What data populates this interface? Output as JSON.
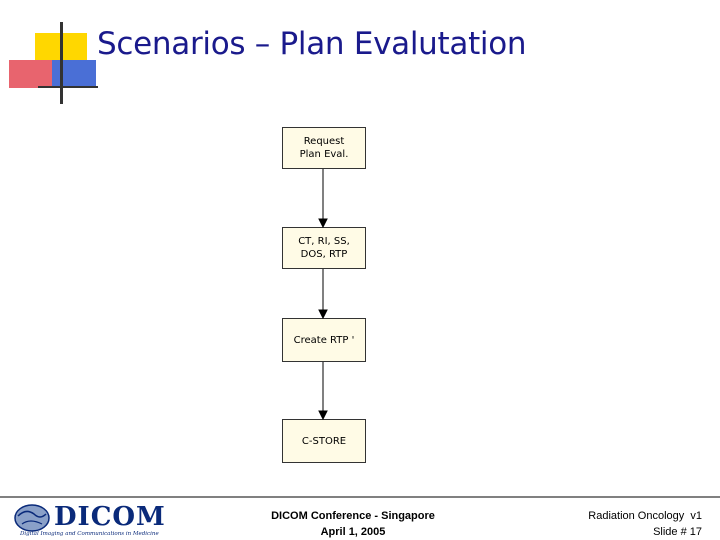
{
  "title": "Scenarios – Plan Evalutation",
  "flow": {
    "boxes": [
      "Request\nPlan Eval.",
      "CT, RI, SS,\nDOS, RTP",
      "Create RTP '",
      "C-STORE"
    ]
  },
  "footer": {
    "logo_word": "DICOM",
    "logo_tagline": "Digital Imaging and Communications in Medicine",
    "center_line1": "DICOM Conference - Singapore",
    "center_line2": "April 1, 2005",
    "right_line1": "Radiation Oncology  v1",
    "right_line2": "Slide # 17"
  },
  "colors": {
    "title": "#1a1a8c",
    "deco_yellow": "#ffd700",
    "deco_red": "#e8646e",
    "deco_blue": "#4a6fd6",
    "box_fill": "#fffbe6"
  }
}
